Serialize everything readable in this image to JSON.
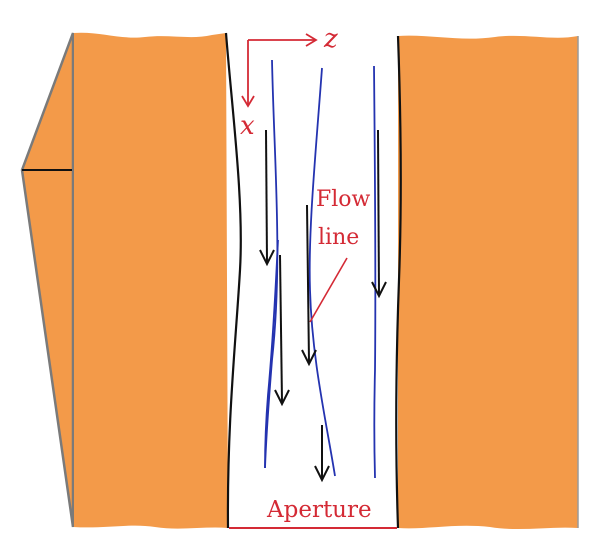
{
  "diagram": {
    "axes": {
      "horizontal": "z",
      "vertical": "x"
    },
    "annotations": {
      "flow_line_1": "Flow",
      "flow_line_2": "line",
      "aperture": "Aperture"
    },
    "colors": {
      "rock": "#f39a49",
      "rock_edge": "#7a7a7a",
      "fracture_wall": "#111111",
      "flow_line": "#2433b0",
      "flow_arrow": "#111111",
      "label_red": "#d42a35"
    }
  }
}
